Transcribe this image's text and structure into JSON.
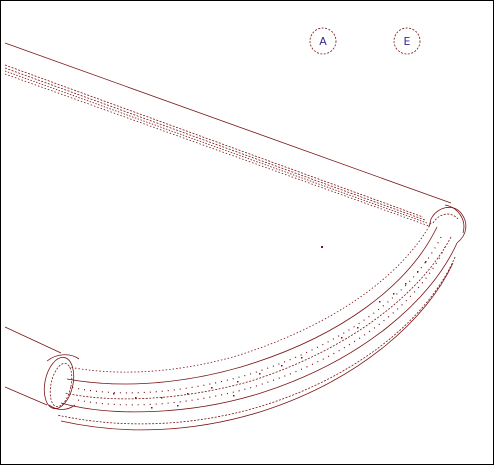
{
  "colors": {
    "line": "#7a1414",
    "label": "#3a2a8c",
    "background": "#ffffff",
    "frame": "#000000"
  },
  "markers": [
    {
      "id": "A",
      "label": "A"
    },
    {
      "id": "E",
      "label": "E"
    }
  ]
}
